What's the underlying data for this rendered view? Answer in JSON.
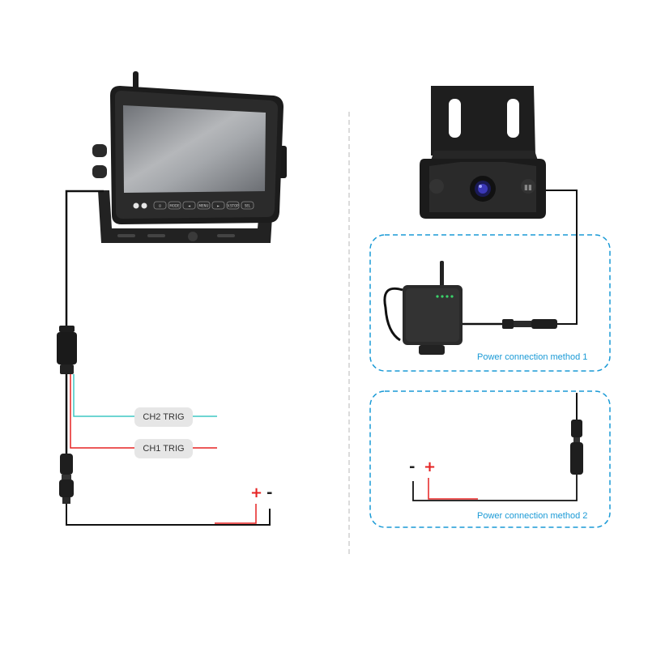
{
  "monitor": {
    "buttons": [
      "⏻",
      "MODE",
      "◄",
      "MENU",
      "►",
      "V.STOP",
      "SEL"
    ]
  },
  "trigger_labels": {
    "ch2": "CH2 TRIG",
    "ch1": "CH1 TRIG"
  },
  "power_terminals": {
    "left": {
      "plus": "+",
      "minus": "-"
    },
    "method2": {
      "minus": "-",
      "plus": "+"
    }
  },
  "methods": {
    "method1": "Power connection method 1",
    "method2": "Power connection method 2"
  },
  "colors": {
    "wire_black": "#111111",
    "wire_red": "#e52222",
    "wire_cyan": "#3fc7c4",
    "dashed_box": "#1a9ad6",
    "label_bg": "#e6e6e6"
  }
}
